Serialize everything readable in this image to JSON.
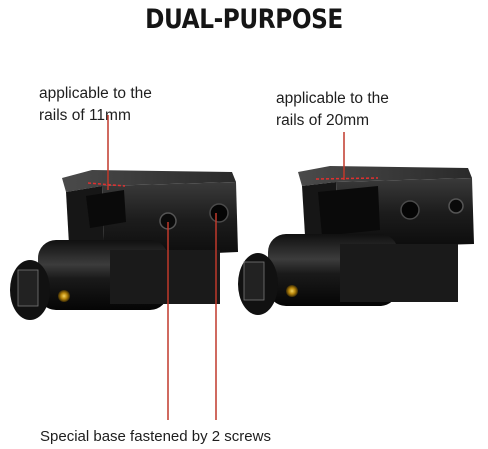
{
  "title": "DUAL-PURPOSE",
  "captions": {
    "left_line1": "applicable to the",
    "left_line2": "rails of 11mm",
    "right_line1": "applicable to the",
    "right_line2": "rails of 20mm",
    "bottom": "Special base fastened by 2 screws"
  },
  "colors": {
    "pointer_line": "#c0392b",
    "laser_body": "#141414",
    "text": "#1e1e1e"
  }
}
